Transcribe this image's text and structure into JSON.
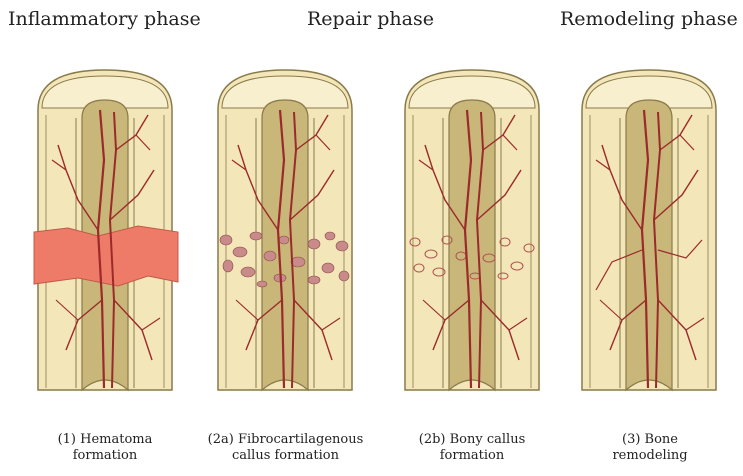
{
  "phases": [
    {
      "title": "Inflammatory phase"
    },
    {
      "title": "Repair phase"
    },
    {
      "title": "Remodeling phase"
    }
  ],
  "stages": [
    {
      "line1": "(1) Hematoma",
      "line2": "formation"
    },
    {
      "line1": "(2a) Fibrocartilagenous",
      "line2": "callus formation"
    },
    {
      "line1": "(2b) Bony callus",
      "line2": "formation"
    },
    {
      "line1": "(3) Bone",
      "line2": "remodeling"
    }
  ],
  "colors": {
    "bone": "#f3e6b8",
    "marrow": "#c9b77a",
    "outline": "#8a7a4a",
    "vessel": "#9b2a2a",
    "hematoma": "#ee7b68",
    "cartilage": "#c98a8a"
  }
}
